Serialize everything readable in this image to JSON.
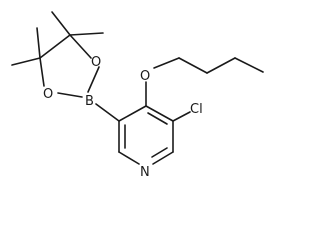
{
  "molecule": {
    "atoms": {
      "boron": "B",
      "oxygen_ring_upper": "O",
      "oxygen_ring_lower": "O",
      "oxygen_ether": "O",
      "chlorine": "Cl",
      "nitrogen": "N"
    },
    "colors": {
      "bond": "#1a1a1a",
      "background": "#ffffff"
    }
  }
}
